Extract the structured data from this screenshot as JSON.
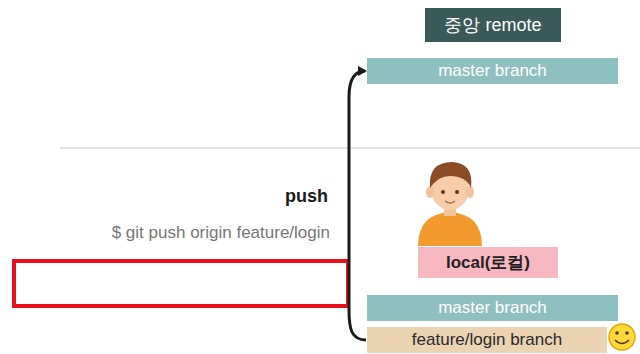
{
  "diagram": {
    "nodes": [
      {
        "text": [
          "중앙 remote"
        ]
      },
      {
        "text": [
          "master branch"
        ]
      },
      {
        "text": [
          "local(로컬)"
        ]
      },
      {
        "text": [
          "master branch"
        ]
      },
      {
        "text": [
          "feature/login branch"
        ]
      }
    ],
    "edges": [
      {
        "from": 4,
        "to": 1,
        "arrow": "to"
      }
    ],
    "labels": [
      "push",
      "$ git push origin feature/login"
    ]
  }
}
